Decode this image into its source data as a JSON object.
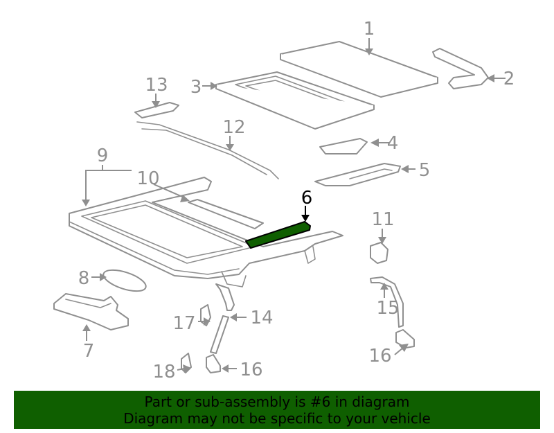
{
  "callouts": {
    "c1": "1",
    "c2": "2",
    "c3": "3",
    "c4": "4",
    "c5": "5",
    "c6": "6",
    "c7": "7",
    "c8": "8",
    "c9": "9",
    "c10": "10",
    "c11": "11",
    "c12": "12",
    "c13": "13",
    "c14": "14",
    "c15": "15",
    "c16a": "16",
    "c16b": "16",
    "c17": "17",
    "c18": "18"
  },
  "highlight_color": "#0f5f00",
  "line_color": "#8f8f8f",
  "banner": {
    "line1": "Part or sub-assembly is #6 in diagram",
    "line2": "Diagram may not be specific to your vehicle"
  }
}
